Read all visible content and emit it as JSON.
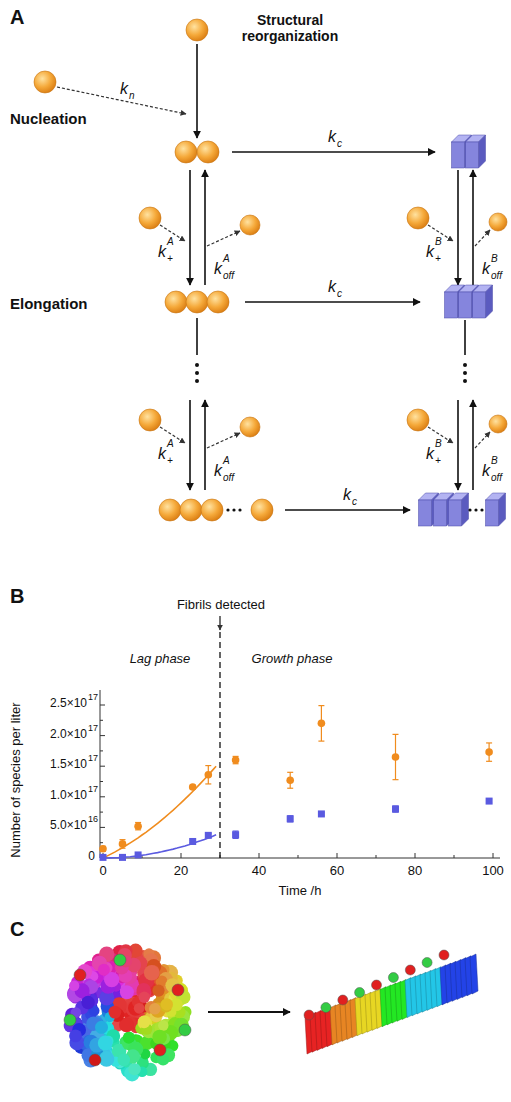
{
  "diagram": {
    "labels": [
      "A",
      "Structural reorganization",
      "Nucleation",
      "Elongation",
      "k",
      "n",
      "k",
      "c",
      "k",
      "+",
      "A",
      "k",
      "off",
      "A",
      "k",
      "+",
      "B",
      "k",
      "off",
      "B",
      "k",
      "c",
      "k",
      "+",
      "A",
      "k",
      "off",
      "A",
      "k",
      "+",
      "B",
      "k",
      "off",
      "B",
      "k",
      "c",
      "B",
      "Fibrils detected",
      "Lag phase",
      "Growth phase",
      "Number of species per liter",
      "Time /h",
      "0",
      "20",
      "40",
      "60",
      "80",
      "100",
      "0",
      "5.0×10",
      "16",
      "1.0×10",
      "17",
      "1.5×10",
      "17",
      "2.0×10",
      "17",
      "2.5×10",
      "17",
      "C"
    ]
  }
}
